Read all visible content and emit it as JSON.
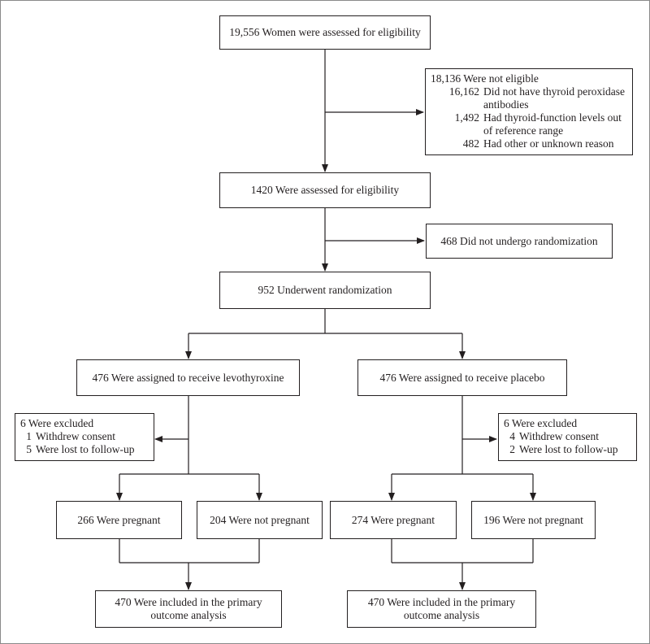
{
  "flow": {
    "screened": "19,556 Women were assessed for eligibility",
    "not_eligible": {
      "header": "18,136 Were not eligible",
      "reasons": [
        {
          "count": "16,162",
          "text": "Did not have thyroid peroxidase",
          "cont": "antibodies"
        },
        {
          "count": "1,492",
          "text": "Had thyroid-function levels out",
          "cont": "of reference range"
        },
        {
          "count": "482",
          "text": "Had other or unknown reason",
          "cont": ""
        }
      ]
    },
    "assessed": "1420 Were assessed for eligibility",
    "not_randomized": "468 Did not undergo randomization",
    "randomized": "952 Underwent randomization",
    "levo": {
      "assigned": "476 Were assigned to receive levothyroxine",
      "excluded_header": "6 Were excluded",
      "excluded": [
        {
          "count": "1",
          "text": "Withdrew consent"
        },
        {
          "count": "5",
          "text": "Were lost to follow-up"
        }
      ],
      "pregnant": "266 Were pregnant",
      "not_pregnant": "204 Were not pregnant",
      "analysis_line1": "470 Were included in the primary",
      "analysis_line2": "outcome analysis"
    },
    "placebo": {
      "assigned": "476 Were assigned to receive placebo",
      "excluded_header": "6 Were excluded",
      "excluded": [
        {
          "count": "4",
          "text": "Withdrew consent"
        },
        {
          "count": "2",
          "text": "Were lost to follow-up"
        }
      ],
      "pregnant": "274 Were pregnant",
      "not_pregnant": "196 Were not pregnant",
      "analysis_line1": "470 Were included in the primary",
      "analysis_line2": "outcome analysis"
    }
  },
  "colors": {
    "line": "#231f20",
    "border": "#8a8a8a"
  }
}
